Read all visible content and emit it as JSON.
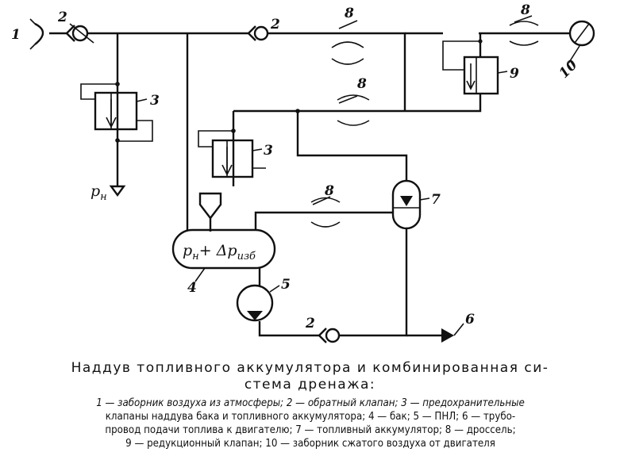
{
  "diagram": {
    "labels": {
      "intake_atm": "1",
      "check_valve_left": "2",
      "check_valve_top": "2",
      "check_valve_bottom": "2",
      "relief_valve_top": "3",
      "relief_valve_mid": "3",
      "tank": "4",
      "pump": "5",
      "fuel_line": "6",
      "accumulator": "7",
      "throttle_top_mid": "8",
      "throttle_top_right": "8",
      "throttle_mid": "8",
      "throttle_low": "8",
      "reducing_valve": "9",
      "engine_intake": "10",
      "pressure_p": "p",
      "pressure_sub": "н"
    },
    "tank_formula": {
      "p": "p",
      "p_sub": "н",
      "plus_delta": "+ Δp",
      "delta_sub": "изб"
    }
  },
  "caption": {
    "title_line1": "Наддув  топливного  аккумулятора  и  комбинированная  си-",
    "title_line2": "стема дренажа:"
  },
  "legend": {
    "line1": "1 — заборник воздуха из атмосферы;  2 — обратный клапан;  3 — предохранительные",
    "line2": "клапаны наддува бака и топливного аккумулятора;  4 — бак;  5 — ПНЛ;  6 — трубо-",
    "line3": "провод подачи топлива к двигателю;  7 — топливный  аккумулятор;  8 — дроссель;",
    "line4": "9 — редукционный клапан;  10 — заборник сжатого воздуха от двигателя"
  }
}
